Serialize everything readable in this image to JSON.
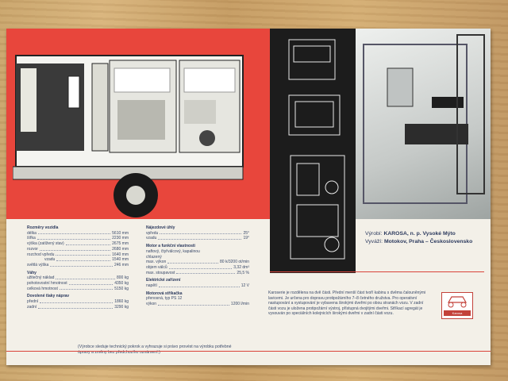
{
  "specs": {
    "dimensions": {
      "heading": "Rozměry vozidla",
      "rows": [
        {
          "label": "délka",
          "value": "5610 mm"
        },
        {
          "label": "šířka",
          "value": "2230 mm"
        },
        {
          "label": "výška (zatížený stav)",
          "value": "2675 mm"
        },
        {
          "label": "rozvor",
          "value": "2680 mm"
        },
        {
          "label": "rozchod vpředu",
          "value": "1640 mm"
        },
        {
          "label": "vzadu",
          "value": "1540 mm"
        },
        {
          "label": "světlá výška",
          "value": "246 mm"
        }
      ]
    },
    "weights": {
      "heading": "Váhy",
      "rows": [
        {
          "label": "užitečný náklad",
          "value": "800 kg"
        },
        {
          "label": "pohotovostní hmotnost",
          "value": "4350 kg"
        },
        {
          "label": "celková hmotnost",
          "value": "5150 kg"
        }
      ]
    },
    "axle": {
      "heading": "Dovolené tlaky náprav",
      "rows": [
        {
          "label": "přední",
          "value": "1860 kg"
        },
        {
          "label": "zadní",
          "value": "3290 kg"
        }
      ]
    },
    "angles": {
      "heading": "Nájezdové úhly",
      "rows": [
        {
          "label": "vpředu",
          "value": "25°"
        },
        {
          "label": "vzadu",
          "value": "19°"
        }
      ]
    },
    "engine": {
      "heading": "Motor a funkční vlastnosti",
      "lines": [
        "naftový, čtyřválcový, kapalinou",
        "chlazený"
      ],
      "rows": [
        {
          "label": "max. výkon",
          "value": "80 k/3200 ot/min"
        },
        {
          "label": "objem válců",
          "value": "3,32 dm³"
        },
        {
          "label": "max. stoupavost",
          "value": "25,5 %"
        }
      ]
    },
    "electric": {
      "heading": "Elektrické zařízení",
      "rows": [
        {
          "label": "napětí",
          "value": "12 V"
        }
      ]
    },
    "pump": {
      "heading": "Motorová stříkačka",
      "lines": [
        "přenosná, typ PS 12"
      ],
      "rows": [
        {
          "label": "výkon",
          "value": "1200 l/min"
        }
      ]
    },
    "note": "(Výrobce sleduje technický pokrok a vyhrazuje si právo provést na výrobku potřebné úpravy a změny bez předchozího oznámení.)"
  },
  "maker": {
    "producer_label": "Výrobí:",
    "producer": "KAROSA, n. p. Vysoké Mýto",
    "exporter_label": "Vyváží:",
    "exporter": "Motokov, Praha – Československo"
  },
  "description": "Karoserie je rozdělena na dvě části. Přední menší část tvoří kabinu s dvěma čalouněnými lavicemi. Je určena pro dopravu protipožárního 7–8 četného družstva. Pro operativní nastupování a vystupování je vybavena širokými dveřmi po obou stranách vozu. V zadní části vozu je uložena protipožární výstroj, přístupná dvojitými dveřmi. Stříkací agregát je vysouván po speciálních kolejnicích širokými dveřmi v zadní části vozu.",
  "logo_text": "Karosa",
  "colors": {
    "red": "#e8463c",
    "black": "#1c1c1c",
    "text": "#3a4a6a",
    "accent": "#d9443a"
  }
}
